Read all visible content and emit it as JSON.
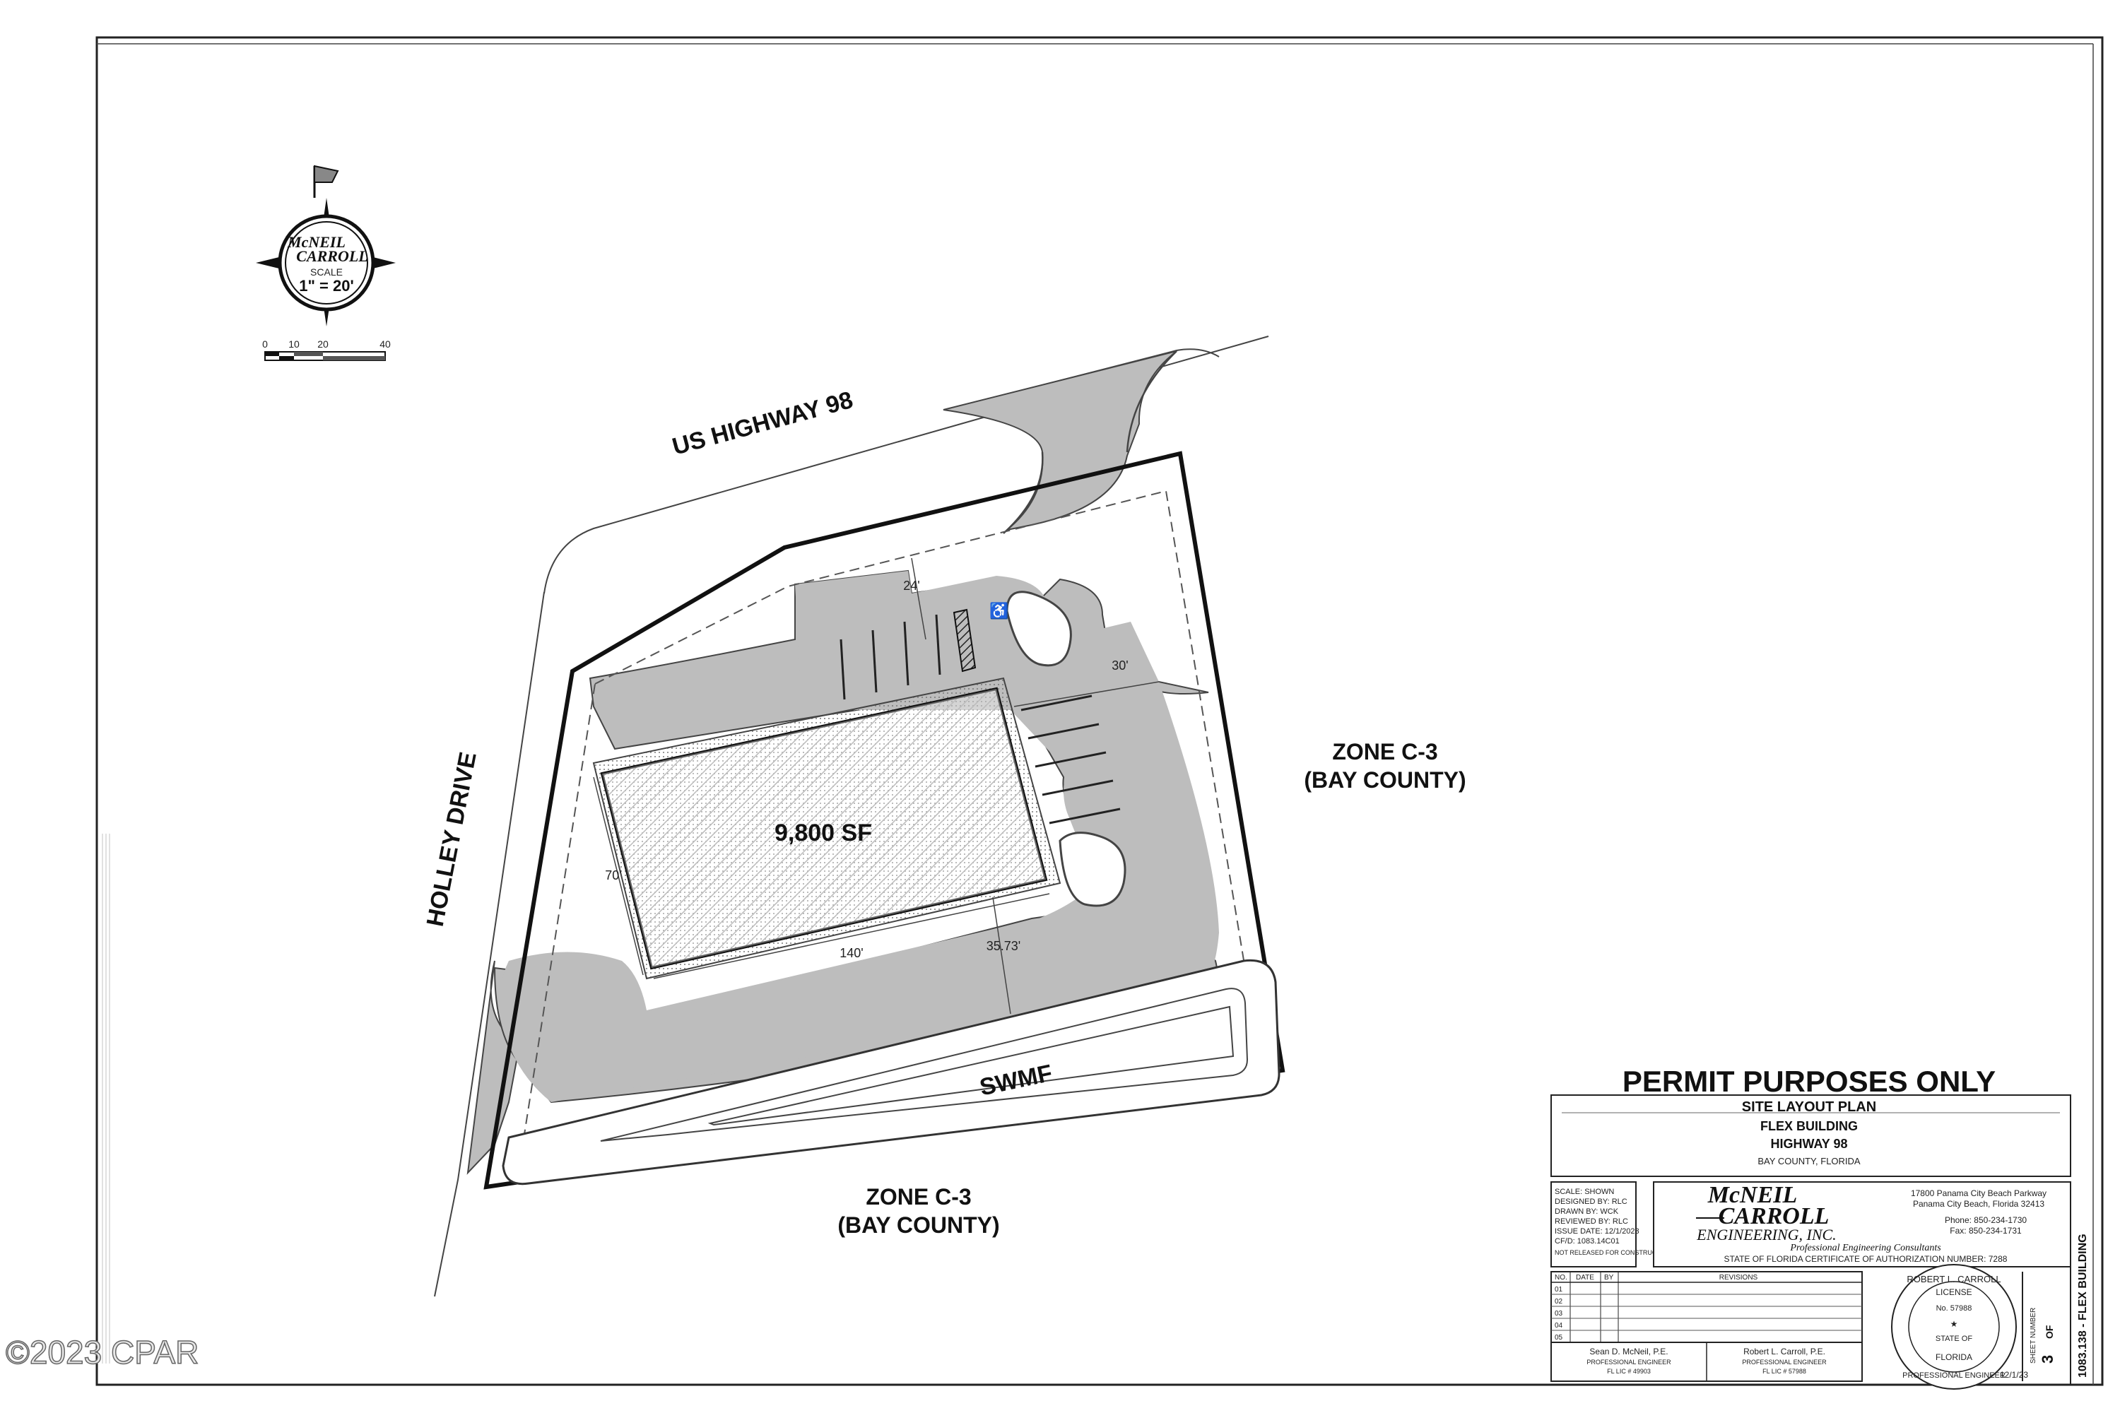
{
  "watermark": "©2023 CPAR",
  "scale": {
    "logo_line1": "McNEIL",
    "logo_line2": "CARROLL",
    "label": "SCALE",
    "ratio": "1\" = 20'",
    "ticks": [
      "0",
      "10",
      "20",
      "40"
    ]
  },
  "site": {
    "road_north": "US HIGHWAY 98",
    "road_west": "HOLLEY DRIVE",
    "zone_east_line1": "ZONE C-3",
    "zone_east_line2": "(BAY COUNTY)",
    "zone_south_line1": "ZONE C-3",
    "zone_south_line2": "(BAY COUNTY)",
    "building_area": "9,800 SF",
    "pond_label": "SWMF",
    "dims": {
      "drive_width": "24'",
      "east_drive": "30'",
      "building_width": "70'",
      "building_length": "140'",
      "south_setback": "35.73'"
    }
  },
  "title_block": {
    "permit_note": "PERMIT PURPOSES ONLY",
    "sheet_title": "SITE LAYOUT PLAN",
    "project": "FLEX BUILDING",
    "location_road": "HIGHWAY 98",
    "location_county": "BAY COUNTY, FLORIDA",
    "info_rows": [
      {
        "k": "SCALE:",
        "v": "SHOWN"
      },
      {
        "k": "DESIGNED BY:",
        "v": "RLC"
      },
      {
        "k": "DRAWN BY:",
        "v": "WCK"
      },
      {
        "k": "REVIEWED BY:",
        "v": "RLC"
      },
      {
        "k": "ISSUE DATE:",
        "v": "12/1/2023"
      },
      {
        "k": "CF/D:",
        "v": "1083.14C01"
      }
    ],
    "info_note": "NOT RELEASED FOR CONSTRUCTION",
    "firm_line1": "McNEIL",
    "firm_line2": "CARROLL",
    "firm_line3": "ENGINEERING, INC.",
    "firm_tagline": "Professional Engineering Consultants",
    "firm_cert": "STATE OF FLORIDA CERTIFICATE OF AUTHORIZATION NUMBER: 7288",
    "address_line1": "17800 Panama City Beach Parkway",
    "address_line2": "Panama City Beach, Florida 32413",
    "phone": "Phone: 850-234-1730",
    "fax": "Fax: 850-234-1731",
    "rev_headers": [
      "NO.",
      "DATE",
      "BY",
      "REVISIONS"
    ],
    "rev_numbers": [
      "01",
      "02",
      "03",
      "04",
      "05"
    ],
    "engineer1_name": "Sean D. McNeil, P.E.",
    "engineer1_title": "PROFESSIONAL ENGINEER",
    "engineer1_license": "FL LIC # 49903",
    "engineer2_name": "Robert L. Carroll, P.E.",
    "engineer2_title": "PROFESSIONAL ENGINEER",
    "engineer2_license": "FL LIC # 57988",
    "seal_top": "ROBERT L. CARROLL",
    "seal_license": "LICENSE",
    "seal_number": "No. 57988",
    "seal_state": "STATE OF",
    "seal_florida": "FLORIDA",
    "seal_bottom": "PROFESSIONAL ENGINEER",
    "seal_date": "12/1/23",
    "sheet_label": "SHEET NUMBER",
    "sheet_number": "3",
    "sheet_of": "OF",
    "job_tag": "1083.138 - FLEX BUILDING"
  }
}
